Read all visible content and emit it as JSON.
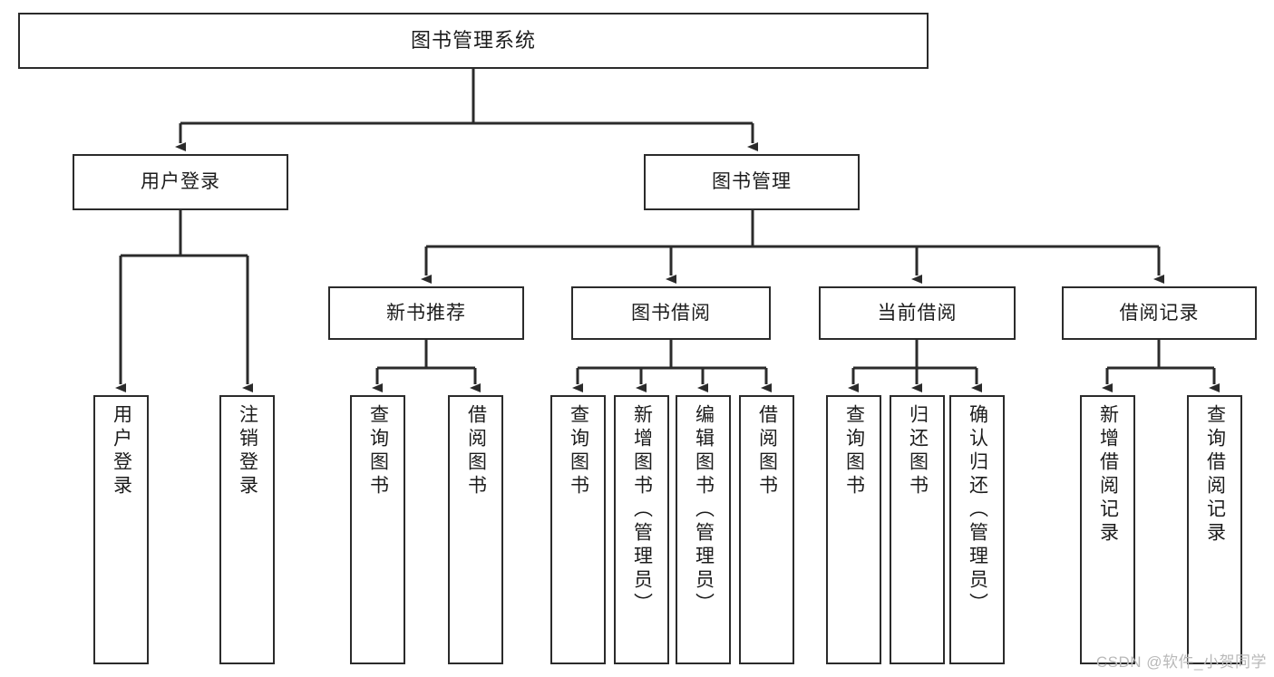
{
  "diagram": {
    "title": "图书管理系统",
    "type": "功能结构图",
    "watermark": "CSDN @软件_小贺同学",
    "colors": {
      "box_border": "#2b2b2b",
      "box_fill": "#ffffff",
      "connector": "#2b2b2b",
      "text": "#1c1c1c",
      "watermark": "#b9b9b9"
    },
    "nodes": {
      "root": {
        "label": "图书管理系统",
        "level": 1
      },
      "l2": [
        {
          "id": "user-login",
          "label": "用户登录",
          "level": 2
        },
        {
          "id": "book-manage",
          "label": "图书管理",
          "level": 2
        }
      ],
      "l3": [
        {
          "id": "new-book-recommend",
          "label": "新书推荐",
          "level": 3
        },
        {
          "id": "book-borrow",
          "label": "图书借阅",
          "level": 3
        },
        {
          "id": "current-borrow",
          "label": "当前借阅",
          "level": 3
        },
        {
          "id": "borrow-record",
          "label": "借阅记录",
          "level": 3
        }
      ],
      "l4": {
        "user-login": [
          {
            "id": "leaf-user-login",
            "label": "用户登录"
          },
          {
            "id": "leaf-user-logout",
            "label": "注销登录"
          }
        ],
        "new-book-recommend": [
          {
            "id": "leaf-query-book-1",
            "label": "查询图书"
          },
          {
            "id": "leaf-borrow-book-1",
            "label": "借阅图书"
          }
        ],
        "book-borrow": [
          {
            "id": "leaf-query-book-2",
            "label": "查询图书"
          },
          {
            "id": "leaf-add-book",
            "label": "新增图书（管理员）"
          },
          {
            "id": "leaf-edit-book",
            "label": "编辑图书（管理员）"
          },
          {
            "id": "leaf-borrow-book-2",
            "label": "借阅图书"
          }
        ],
        "current-borrow": [
          {
            "id": "leaf-query-book-3",
            "label": "查询图书"
          },
          {
            "id": "leaf-return-book",
            "label": "归还图书"
          },
          {
            "id": "leaf-confirm-return",
            "label": "确认归还（管理员）"
          }
        ],
        "borrow-record": [
          {
            "id": "leaf-add-record",
            "label": "新增借阅记录"
          },
          {
            "id": "leaf-query-record",
            "label": "查询借阅记录"
          }
        ]
      }
    }
  }
}
